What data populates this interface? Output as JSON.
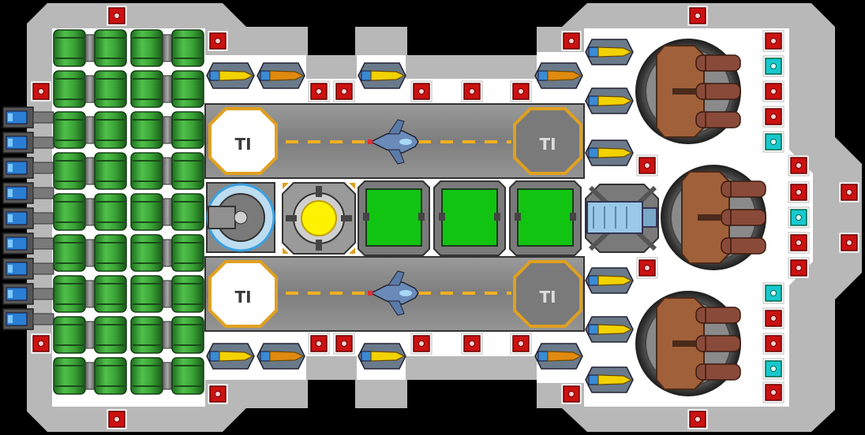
{
  "game": {
    "screen": "ship-builder-view",
    "bay_markers": [
      "TI",
      "TI",
      "TI",
      "TI"
    ]
  },
  "palette": {
    "hull": "#b8b8b8",
    "deck": "#ffffff",
    "space": "#000000",
    "engine_green": "#3fa33a",
    "engine_green_dark": "#1e6a1e",
    "pipe_grey": "#8a8a8a",
    "red_module": "#cc1111",
    "cyan_module": "#18c8d0",
    "blue_thruster": "#2a7fd4",
    "gun_yellow": "#f2d200",
    "gun_orange": "#e08a10",
    "bay_grey": "#8c8c8c",
    "bay_border": "#3a3a3a",
    "lane_dash": "#f0b020",
    "ring_gold": "#e0a020",
    "cargo_green": "#12c412",
    "reactor_yellow": "#fff200",
    "cannon_brown": "#a0603a",
    "barrel_dark": "#6a3a2a"
  }
}
